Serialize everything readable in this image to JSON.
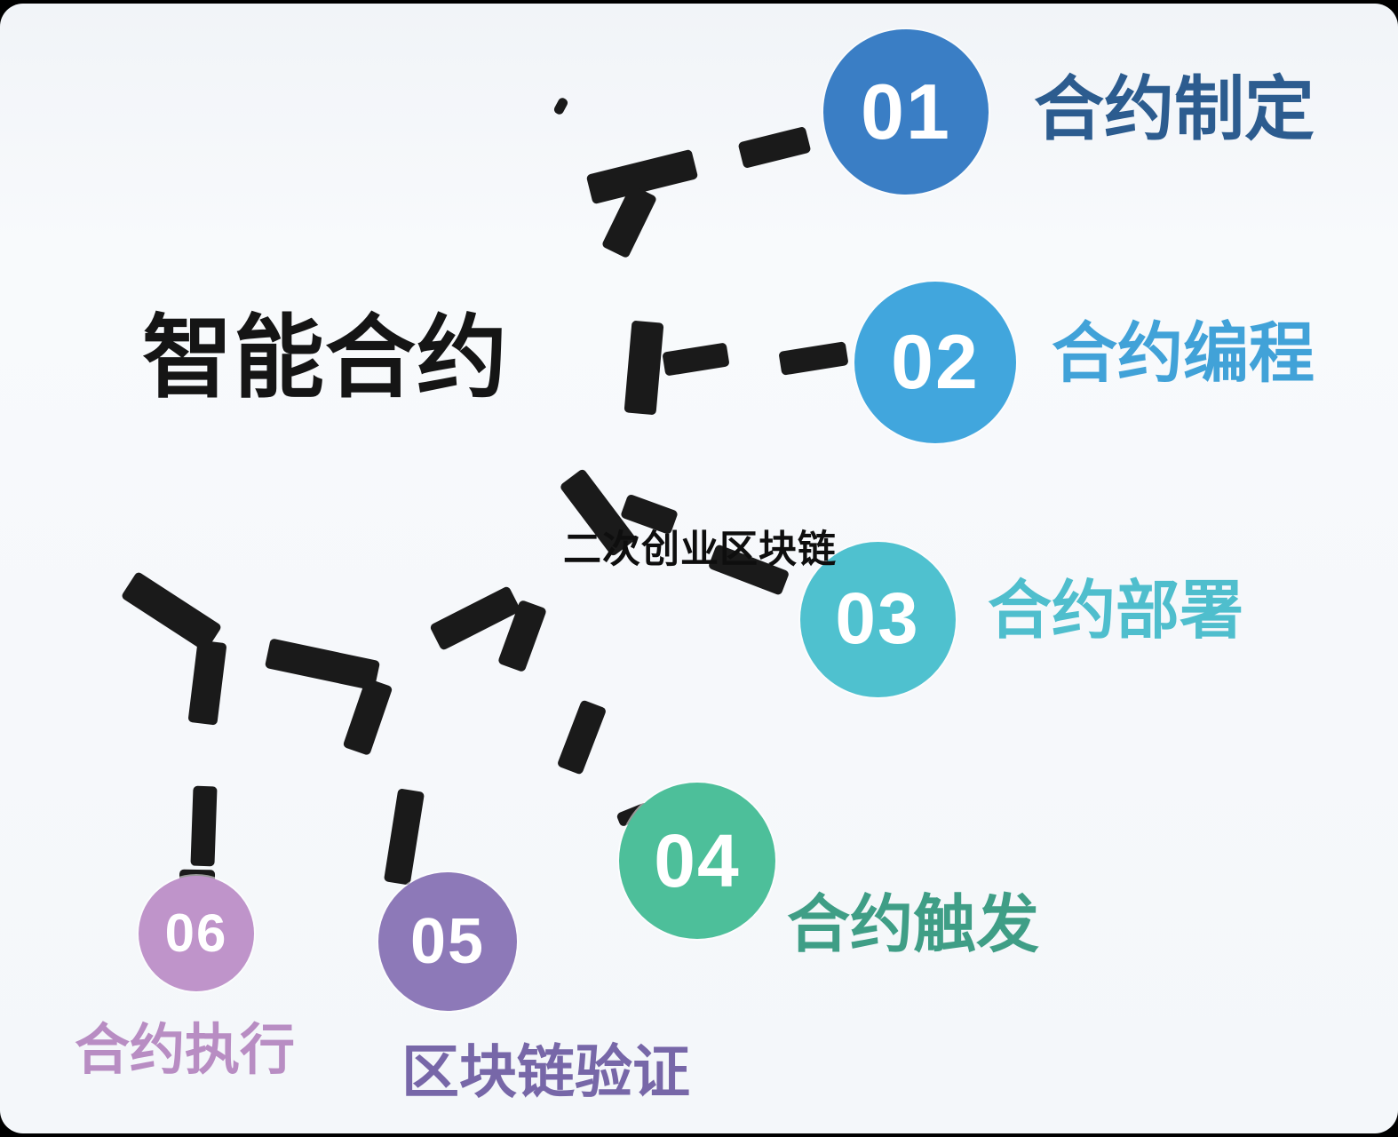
{
  "title": "智能合约",
  "overlay_text": "二次创业区块链",
  "colors": {
    "background": "#f6f8fb",
    "connector": "#1a1a1a",
    "title_text": "#151515",
    "overlay_text_color": "#0e0e0e",
    "number_text": "#ffffff"
  },
  "steps": [
    {
      "number": "01",
      "label": "合约制定",
      "circle_color": "#3a7ec5",
      "label_color": "#2c5c8f"
    },
    {
      "number": "02",
      "label": "合约编程",
      "circle_color": "#41a6dd",
      "label_color": "#41a2d8"
    },
    {
      "number": "03",
      "label": "合约部署",
      "circle_color": "#4fc1cf",
      "label_color": "#4fbecd"
    },
    {
      "number": "04",
      "label": "合约触发",
      "circle_color": "#4dbf9a",
      "label_color": "#3f9e86"
    },
    {
      "number": "05",
      "label": "区块链验证",
      "circle_color": "#8d79b8",
      "label_color": "#7767a8"
    },
    {
      "number": "06",
      "label": "合约执行",
      "circle_color": "#bf94ca",
      "label_color": "#b88dc3"
    }
  ]
}
